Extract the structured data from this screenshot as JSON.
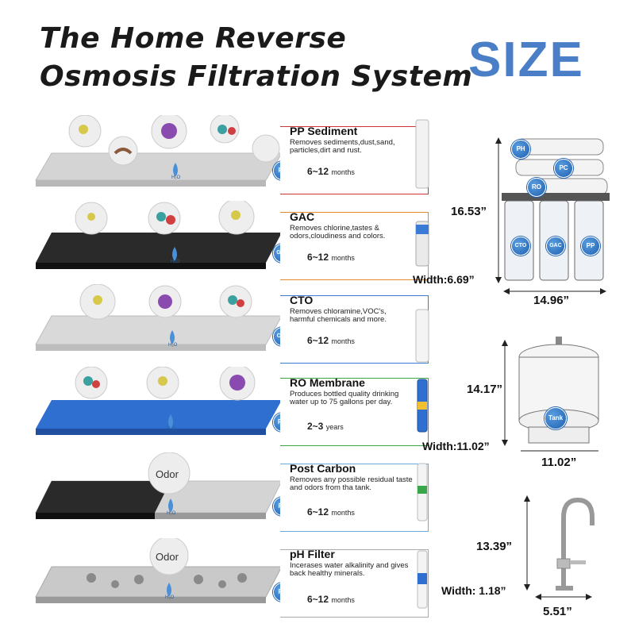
{
  "header": {
    "title_line1": "The Home Reverse",
    "title_line2": "Osmosis Filtration System",
    "size_label": "SIZE"
  },
  "stages": [
    {
      "badge": "PP",
      "title": "PP Sediment",
      "description": "Removes sediments,dust,sand, particles,dirt and rust.",
      "duration": "6~12",
      "unit": "months",
      "accent": "#cc3333"
    },
    {
      "badge": "GAC",
      "title": "GAC",
      "description": "Removes chlorine,tastes & odors,cloudiness and colors.",
      "duration": "6~12",
      "unit": "months",
      "accent": "#e58a2a"
    },
    {
      "badge": "CTO",
      "title": "CTO",
      "description": "Removes chloramine,VOC's, harmful chemicals and more.",
      "duration": "6~12",
      "unit": "months",
      "accent": "#3a7bd5"
    },
    {
      "badge": "RO",
      "title": "RO Membrane",
      "description": "Produces bottled quality drinking water up to 75 gallons per day.",
      "duration": "2~3",
      "unit": "years",
      "accent": "#3aa64a"
    },
    {
      "badge": "PC",
      "title": "Post Carbon",
      "description": "Removes any possible residual taste and odors from tha tank.",
      "duration": "6~12",
      "unit": "months",
      "accent": "#6aa8d8",
      "odor": "Odor"
    },
    {
      "badge": "PH",
      "title": "pH Filter",
      "description": "Incerases water alkalinity and gives back healthy minerals.",
      "duration": "6~12",
      "unit": "months",
      "accent": "#aaaaaa",
      "odor": "Odor"
    }
  ],
  "water_drop_label": "H₂O",
  "dimensions": {
    "system": {
      "height": "16.53”",
      "width": "Width:6.69”",
      "length": "14.96”",
      "labels": [
        "PH",
        "PC",
        "RO",
        "CTO",
        "GAC",
        "PP"
      ]
    },
    "tank": {
      "height": "14.17”",
      "width": "Width:11.02”",
      "length": "11.02”",
      "label": "Tank"
    },
    "faucet": {
      "height": "13.39”",
      "width": "Width: 1.18”",
      "length": "5.51”"
    }
  },
  "colors": {
    "size_blue": "#4a7fc8",
    "badge_blue": "#1e5fb0",
    "ro_layer": "#2f6fd0"
  }
}
